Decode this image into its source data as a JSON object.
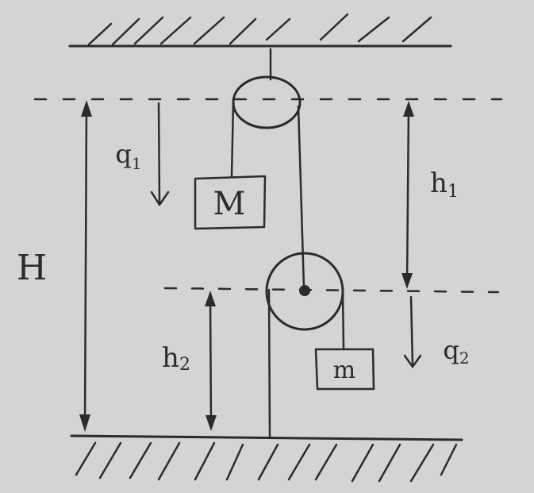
{
  "labels": {
    "mass_top": "M",
    "mass_bottom": "m",
    "height_total": "H",
    "height_h1": "h",
    "height_h1_sub": "1",
    "height_h2": "h",
    "height_h2_sub": "2",
    "coord_q1": "q",
    "coord_q1_sub": "1",
    "coord_q2": "q",
    "coord_q2_sub": "2"
  },
  "colors": {
    "background": "#d4d4d4",
    "ink": "#2b2b2b"
  }
}
